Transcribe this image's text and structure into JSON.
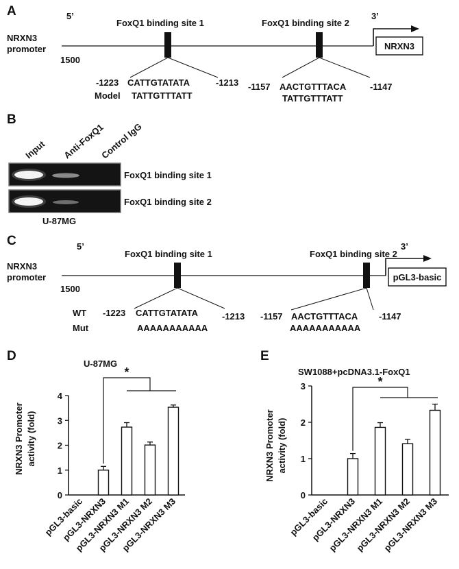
{
  "panel_a": {
    "letter": "A",
    "five_prime": "5’",
    "three_prime": "3’",
    "promoter_line1": "NRXN3",
    "promoter_line2": "promoter",
    "promoter_start": "1500",
    "site1_label": "FoxQ1 binding site 1",
    "site2_label": "FoxQ1 binding site 2",
    "gene_box": "NRXN3",
    "site1_left": "-1223",
    "site1_seq": "CATTGTATATA",
    "site1_right": "-1213",
    "site2_left": "-1157",
    "site2_seq": "AACTGTTTACA",
    "site2_right": "-1147",
    "model_label": "Model",
    "model_seq1": "TATTGTTTATT",
    "model_seq2": "TATTGTTTATT"
  },
  "panel_b": {
    "letter": "B",
    "lanes": [
      "Input",
      "Anti-FoxQ1",
      "Control IgG"
    ],
    "row1_label": "FoxQ1 binding site 1",
    "row2_label": "FoxQ1 binding site 2",
    "cell_line": "U-87MG"
  },
  "panel_c": {
    "letter": "C",
    "five_prime": "5’",
    "three_prime": "3’",
    "promoter_line1": "NRXN3",
    "promoter_line2": "promoter",
    "promoter_start": "1500",
    "site1_label": "FoxQ1 binding site 1",
    "site2_label": "FoxQ1 binding site 2",
    "vector_box": "pGL3-basic",
    "wt_label": "WT",
    "mut_label": "Mut",
    "site1_left": "-1223",
    "site1_seq": "CATTGTATATA",
    "site1_right": "-1213",
    "site2_left": "-1157",
    "site2_seq": "AACTGTTTACA",
    "site2_right": "-1147",
    "mut_seq1": "AAAAAAAAAAA",
    "mut_seq2": "AAAAAAAAAAA"
  },
  "panel_d": {
    "letter": "D",
    "significance": "*"
  },
  "panel_e": {
    "letter": "E",
    "significance": "*"
  },
  "chart_data": [
    {
      "type": "bar",
      "title": "U-87MG",
      "ylabel": "NRXN3 Promoter activity (fold)",
      "categories": [
        "pGL3-basic",
        "pGL3-NRXN3",
        "pGL3-NRXN3 M1",
        "pGL3-NRXN3 M2",
        "pGL3-NRXN3 M3"
      ],
      "values": [
        0,
        1.0,
        2.73,
        2.01,
        3.53
      ],
      "errors": [
        0,
        0.15,
        0.18,
        0.12,
        0.09
      ],
      "ylim": [
        0,
        4
      ],
      "yticks": [
        "0",
        "1",
        "2",
        "3",
        "4"
      ],
      "grid": false,
      "bar_color": "#ffffff"
    },
    {
      "type": "bar",
      "title": "SW1088+pcDNA3.1-FoxQ1",
      "ylabel": "NRXN3 Promoter activity (fold)",
      "categories": [
        "pGL3-basic",
        "pGL3-NRXN3",
        "pGL3-NRXN3 M1",
        "pGL3-NRXN3 M2",
        "pGL3-NRXN3 M3"
      ],
      "values": [
        0,
        1.0,
        1.86,
        1.41,
        2.33
      ],
      "errors": [
        0,
        0.14,
        0.13,
        0.12,
        0.17
      ],
      "ylim": [
        0,
        3
      ],
      "yticks": [
        "0",
        "1",
        "2",
        "3"
      ],
      "grid": false,
      "bar_color": "#ffffff"
    }
  ]
}
